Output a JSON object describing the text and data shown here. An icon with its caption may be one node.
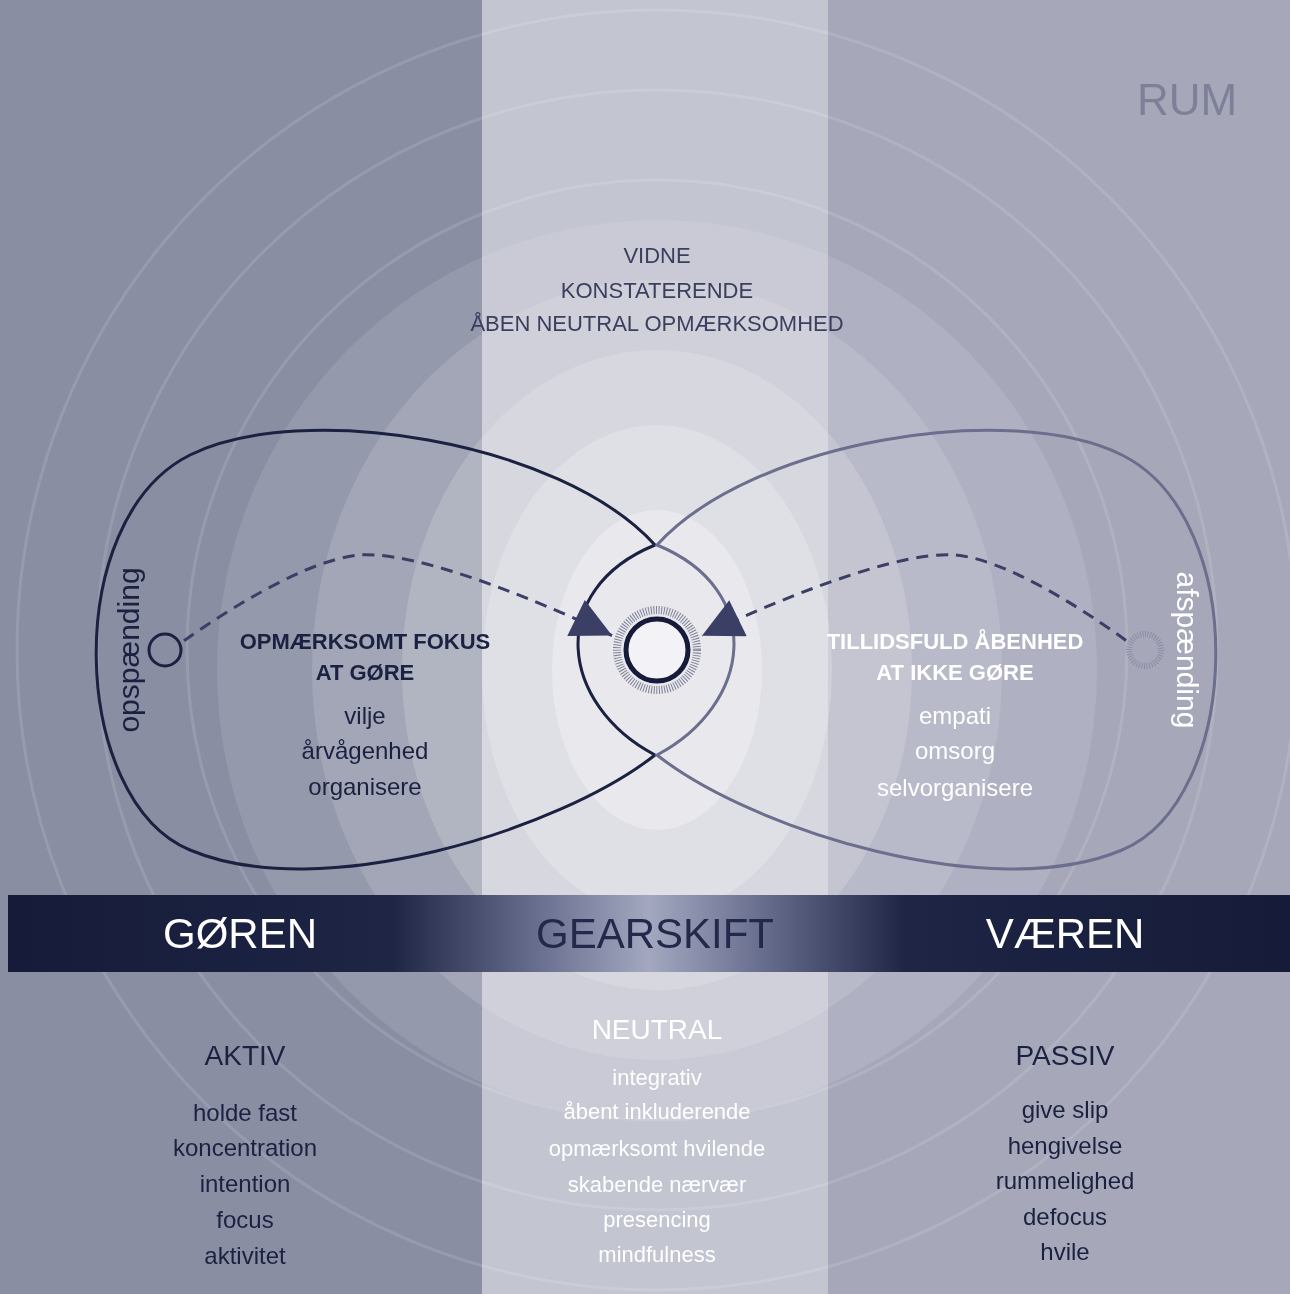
{
  "diagram": {
    "nodes": [
      {
        "text": [
          "OPMÆRKSOMT FOKUS",
          "AT GØRE",
          "vilje",
          "årvågenhed",
          "organisere"
        ]
      },
      {
        "text": [
          "TILLIDSFULD ÅBENHED",
          "AT IKKE GØRE",
          "empati",
          "omsorg",
          "selvorganisere"
        ]
      },
      {
        "text": [],
        "shape": "circle",
        "in": 0
      },
      {
        "text": [],
        "shape": "circle"
      },
      {
        "text": [],
        "shape": "circle",
        "in": 1
      },
      {
        "text": [
          "GØREN",
          "GEARSKIFT",
          "VÆREN"
        ]
      }
    ],
    "edges": [
      {
        "from": 2,
        "to": 3,
        "arrow": "to",
        "style": "dashed"
      },
      {
        "from": 4,
        "to": 3,
        "arrow": "to",
        "style": "dashed"
      }
    ],
    "labels": [
      "RUM",
      "VIDNE",
      "KONSTATERENDE",
      "ÅBEN NEUTRAL OPMÆRKSOMHED",
      "opspænding",
      "afspænding",
      "AKTIV",
      "holde fast",
      "koncentration",
      "intention",
      "focus",
      "aktivitet",
      "NEUTRAL",
      "integrativ",
      "åbent inkluderende",
      "opmærksomt hvilende",
      "skabende nærvær",
      "presencing",
      "mindfulness",
      "PASSIV",
      "give slip",
      "hengivelse",
      "rummelighed",
      "defocus",
      "hvile"
    ]
  }
}
